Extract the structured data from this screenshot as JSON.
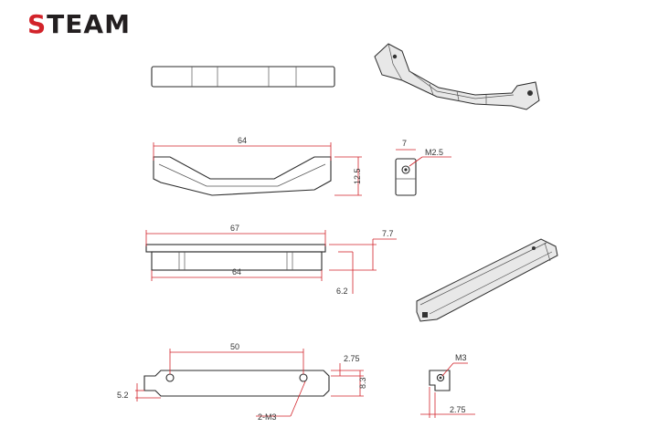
{
  "brand": {
    "first_letter": "S",
    "rest": "TEAM",
    "accent": "#d2232a"
  },
  "dimensions": {
    "top_length": "64",
    "height": "12.5",
    "end_width": "7",
    "end_thread": "M2.5",
    "bar_length_top": "67",
    "bar_length_bottom": "64",
    "bar_height": "7.7",
    "bar_depth": "6.2",
    "hole_spacing": "50",
    "step_height": "2.75",
    "side_height": "8.3",
    "left_step": "5.2",
    "holes_thread": "2-M3",
    "small_thread": "M3",
    "small_step": "2.75"
  }
}
